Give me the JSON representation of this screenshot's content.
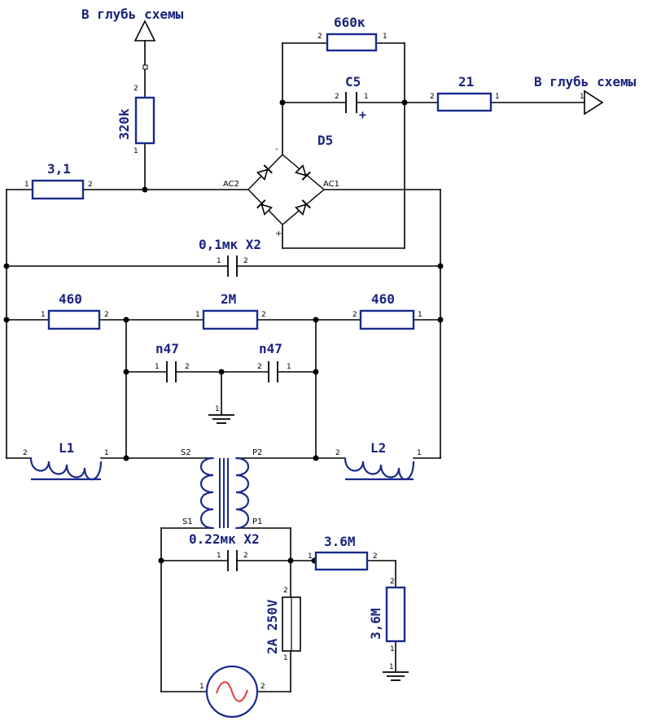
{
  "ports": {
    "top_left": "В глубь схемы",
    "right": "В глубь схемы"
  },
  "resistors": {
    "r320k": "320k",
    "r660k": "660к",
    "r21": "21",
    "r31": "3,1",
    "r460a": "460",
    "r2m": "2M",
    "r460b": "460",
    "r36m_h": "3.6M",
    "r36m_v": "3,6M"
  },
  "capacitors": {
    "c5": "C5",
    "c01": "0,1мк  X2",
    "n47a": "n47",
    "n47b": "n47",
    "c022": "0.22мк  X2"
  },
  "diode_bridge": {
    "name": "D5",
    "ac1": "AC1",
    "ac2": "AC2",
    "minus": "-",
    "plus": "+"
  },
  "inductors": {
    "l1": "L1",
    "l2": "L2"
  },
  "transformer": {
    "s1": "S1",
    "s2": "S2",
    "p1": "P1",
    "p2": "P2"
  },
  "fuse": "2A 250V",
  "pins": {
    "one": "1",
    "two": "2"
  },
  "colors": {
    "ink": "#1a237e",
    "wire": "#000000",
    "source": "#e53935"
  },
  "icons": [
    "ground-icon",
    "ac-source-icon",
    "port-arrow-icon"
  ]
}
